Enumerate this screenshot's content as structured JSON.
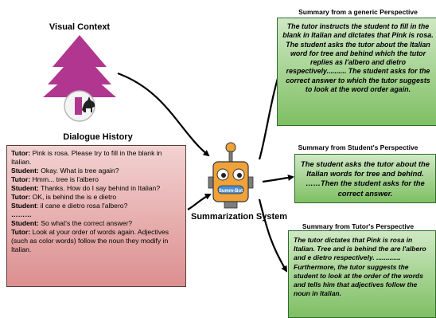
{
  "visual_context": {
    "title": "Visual Context"
  },
  "dialogue_history": {
    "title": "Dialogue History",
    "lines": [
      {
        "speaker": "Tutor:",
        "text": " Pink is rosa. Please try to fill in the blank in Italian."
      },
      {
        "speaker": "Student:",
        "text": " Okay. What is tree again?"
      },
      {
        "speaker": "Tutor:",
        "text": " Hmm... tree is l'albero"
      },
      {
        "speaker": "Student:",
        "text": " Thanks. How do I say behind in Italian?"
      },
      {
        "speaker": "Tutor:",
        "text": " OK, is behind the is e dietro"
      },
      {
        "speaker": "Student",
        "text": ": il cane e dietro rosa l'albero?"
      },
      {
        "speaker": "………",
        "text": ""
      },
      {
        "speaker": "Student:",
        "text": " So what's the correct answer?"
      },
      {
        "speaker": "Tutor:",
        "text": " Look at your order of words again. Adjectives (such as color words) follow the noun they modify in Italian."
      }
    ]
  },
  "system": {
    "title": "Summarization System",
    "robot_label": "Summ-Bot"
  },
  "summaries": {
    "generic": {
      "title": "Summary from a generic Perspective",
      "text": "The tutor instructs the student to fill in the blank in Italian and dictates that Pink is rosa. The student asks the tutor about the Italian word for tree and behind which the tutor replies as l'albero and dietro respectively.......... The student asks for the correct answer to which the tutor suggests to look at the word order again."
    },
    "student": {
      "title": "Summary from Student's Perspective",
      "text": "The student asks the tutor about the Italian words for tree and behind. ……Then the student asks for the correct answer."
    },
    "tutor": {
      "title": "Summary from Tutor's Perspective",
      "text": "The tutor dictates that Pink is rosa in Italian. Tree and is behind the are l'albero and e dietro respectively. ............. Furthermore, the tutor suggests the student to look at the order of the words and tells him that adjectives follow the noun in Italian."
    }
  },
  "colors": {
    "tree": "#b0368f",
    "dialogue_top": "#f3d2d2",
    "dialogue_bottom": "#dc8f8f",
    "summary_top": "#cfe8c4",
    "summary_bottom": "#7fbf63",
    "robot_body": "#f0a23a",
    "robot_metal": "#7d7d7d"
  }
}
